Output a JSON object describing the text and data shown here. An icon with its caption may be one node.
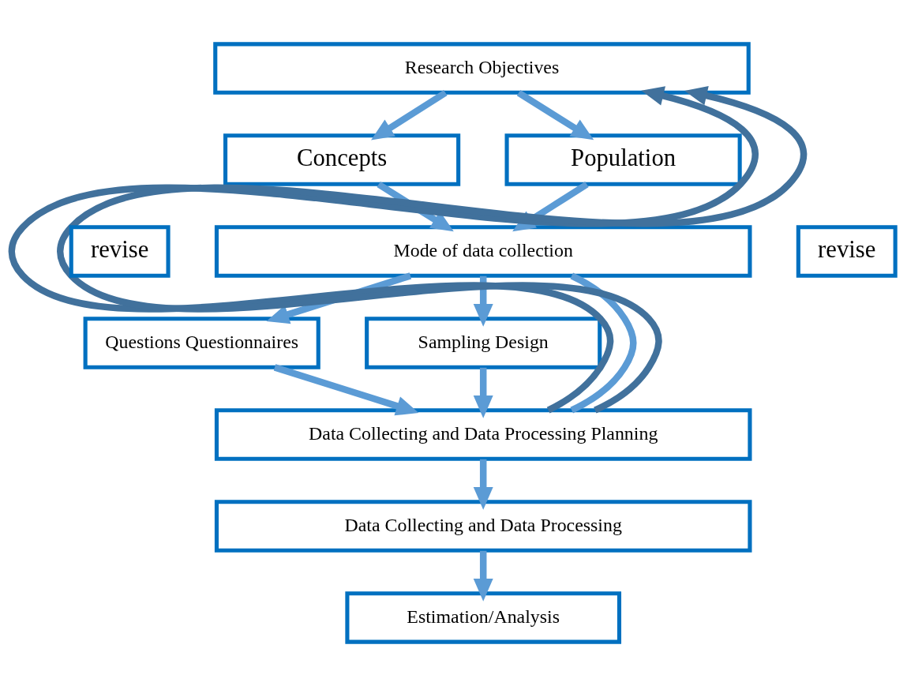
{
  "diagram": {
    "nodes": [
      {
        "text": [
          "Research Objectives"
        ]
      },
      {
        "text": [
          "Concepts"
        ]
      },
      {
        "text": [
          "Population"
        ]
      },
      {
        "text": [
          "Mode of data collection"
        ]
      },
      {
        "text": [
          "Questions Questionnaires"
        ]
      },
      {
        "text": [
          "Sampling Design"
        ]
      },
      {
        "text": [
          "Data Collecting and Data Processing Planning"
        ]
      },
      {
        "text": [
          "Data Collecting and Data Processing"
        ]
      },
      {
        "text": [
          "Estimation/Analysis"
        ]
      },
      {
        "text": [
          "revise"
        ]
      },
      {
        "text": [
          "revise"
        ]
      }
    ],
    "edges": [
      {
        "from": 0,
        "to": 1,
        "arrow": "to"
      },
      {
        "from": 0,
        "to": 2,
        "arrow": "to"
      },
      {
        "from": 1,
        "to": 3,
        "arrow": "to"
      },
      {
        "from": 2,
        "to": 3,
        "arrow": "to"
      },
      {
        "from": 3,
        "to": 4,
        "arrow": "to"
      },
      {
        "from": 3,
        "to": 5,
        "arrow": "to"
      },
      {
        "from": 3,
        "to": 6,
        "arrow": "none"
      },
      {
        "from": 4,
        "to": 6,
        "arrow": "to"
      },
      {
        "from": 5,
        "to": 6,
        "arrow": "to"
      },
      {
        "from": 6,
        "to": 0,
        "arrow": "to",
        "color": "#41719c"
      },
      {
        "from": 6,
        "to": 0,
        "arrow": "to",
        "color": "#41719c"
      },
      {
        "from": 6,
        "to": 7,
        "arrow": "to"
      },
      {
        "from": 7,
        "to": 8,
        "arrow": "to"
      }
    ]
  }
}
